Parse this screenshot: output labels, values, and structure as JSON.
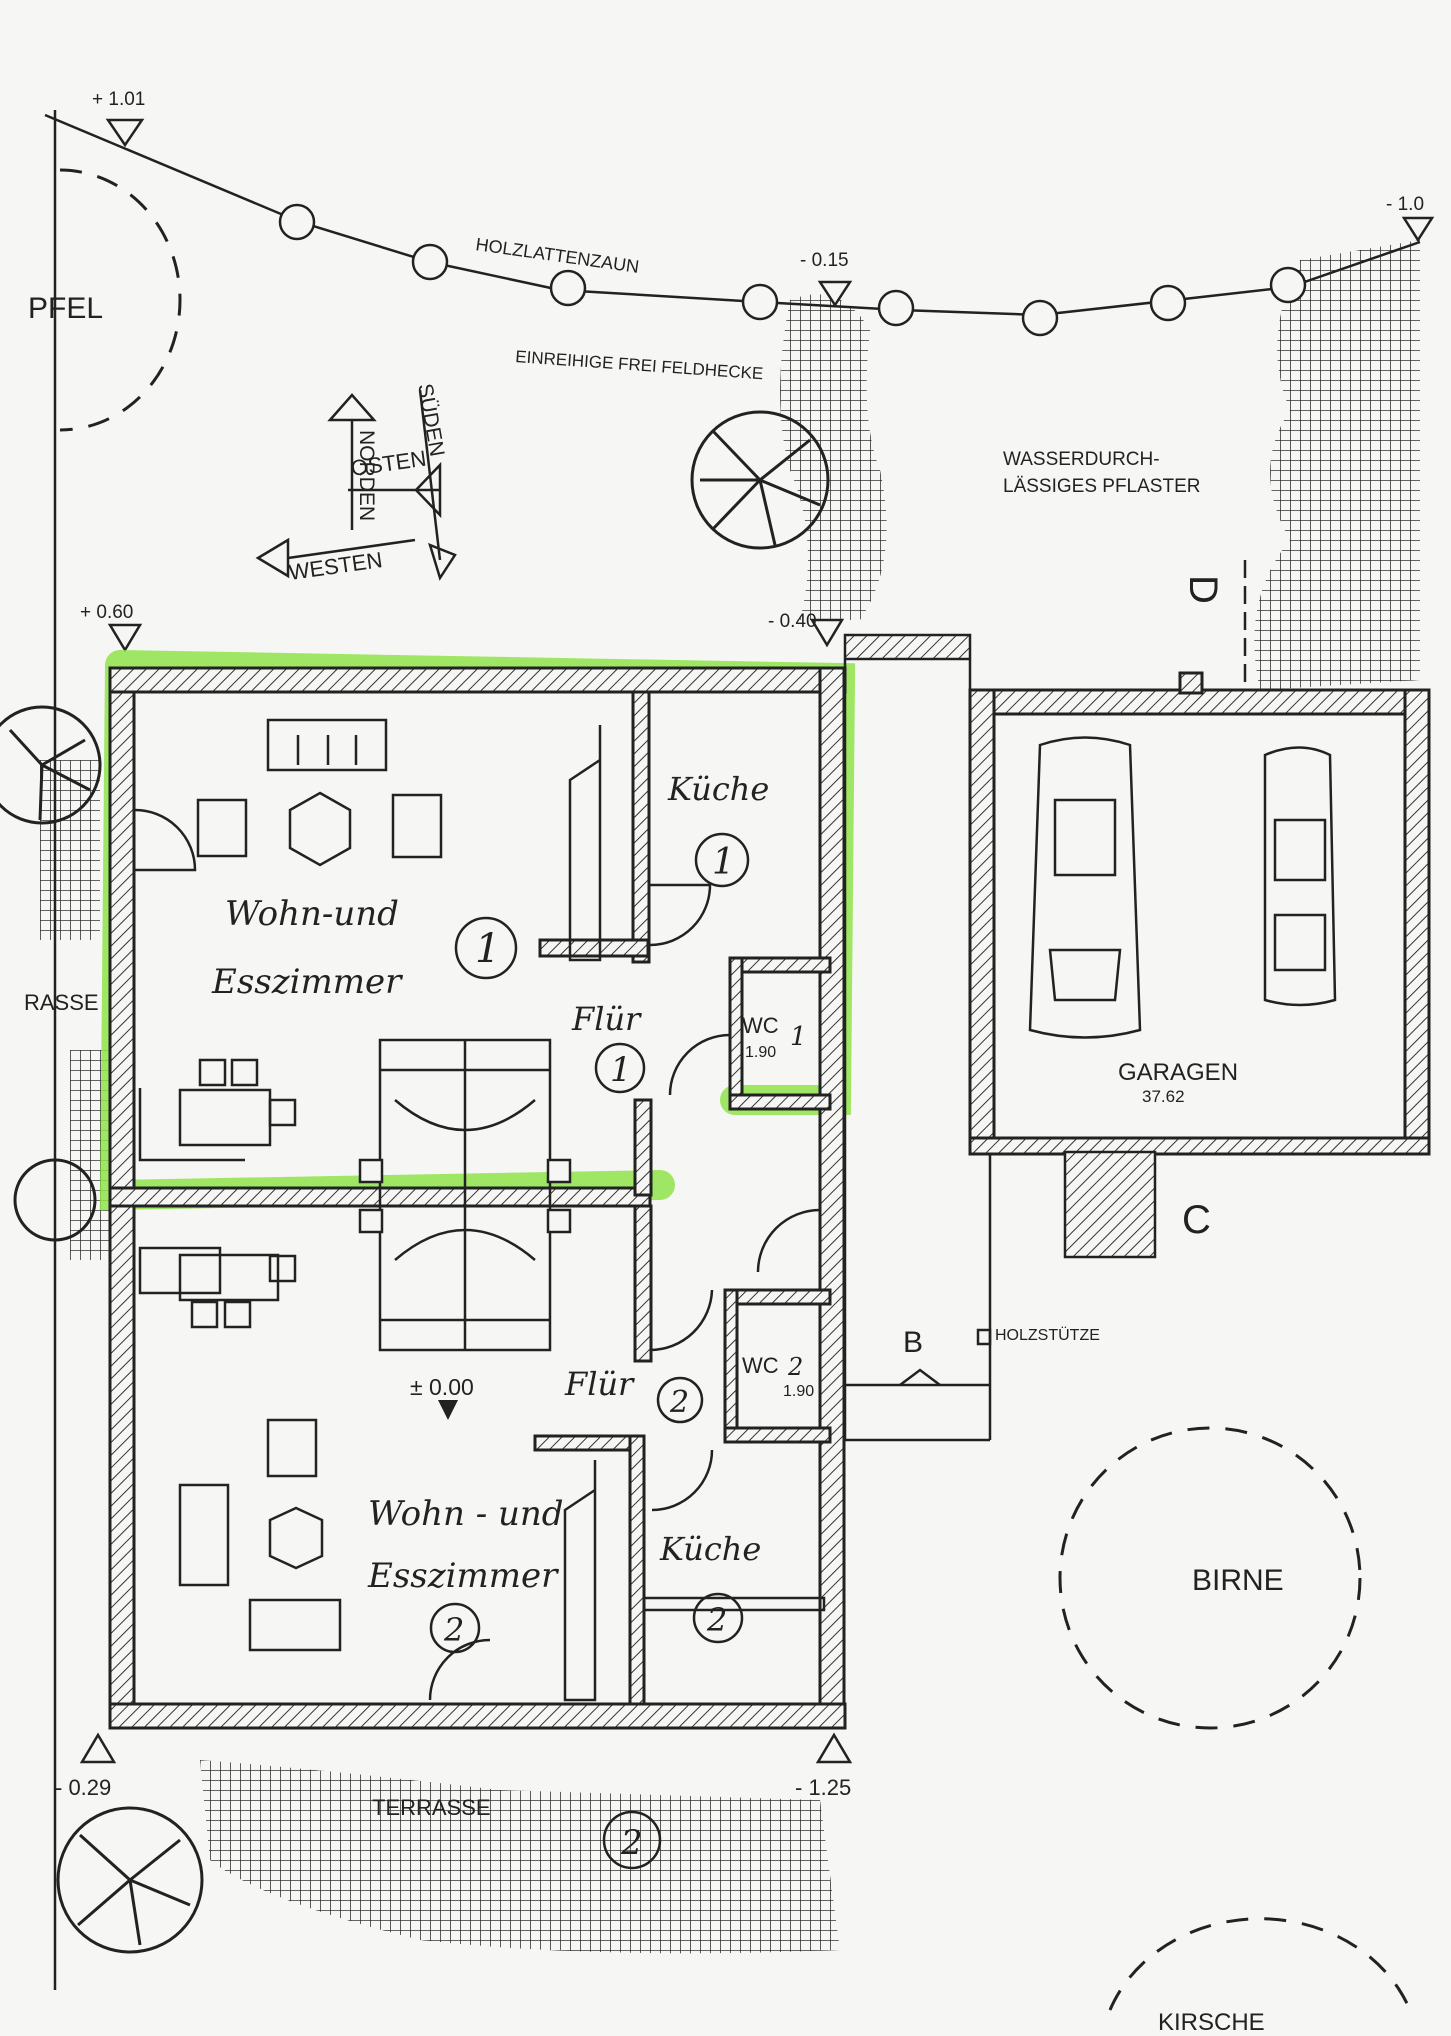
{
  "colors": {
    "highlight": "#8fe34a",
    "ink": "#222222",
    "paper": "#f6f6f4"
  },
  "fence": {
    "label": "HOLZLATTENZAUN"
  },
  "hedge": {
    "label": "EINREIHIGE FREI FELDHECKE"
  },
  "paving": {
    "line1": "WASSERDURCH-",
    "line2": "LÄSSIGES PFLASTER"
  },
  "compass": {
    "north": "NORDEN",
    "south": "SÜDEN",
    "east": "OSTEN",
    "west": "WESTEN"
  },
  "elevations": {
    "top_left": "+ 1.01",
    "top_mid": "- 0.15",
    "top_right": "- 1.0",
    "house_nw": "+ 0.60",
    "house_ne": "- 0.40",
    "ground": "± 0.00",
    "sw": "- 0.29",
    "se": "- 1.25"
  },
  "trees": {
    "apple": "PFEL",
    "pear": "BIRNE",
    "cherry": "KIRSCHE"
  },
  "edge": {
    "terrace_left": "RASSE"
  },
  "garage": {
    "label": "GARAGEN",
    "area": "37.62"
  },
  "section_marks": {
    "b": "B",
    "c": "C",
    "d": "D"
  },
  "post": {
    "label": "HOLZSTÜTZE"
  },
  "unit1": {
    "living_l1": "Wohn-und",
    "living_l2": "Esszimmer",
    "living_num": "1",
    "kitchen": "Küche",
    "kitchen_num": "1",
    "hall": "Flür",
    "hall_num": "1",
    "wc": "WC",
    "wc_area": "1.90",
    "wc_num": "1"
  },
  "unit2": {
    "living_l1": "Wohn - und",
    "living_l2": "Esszimmer",
    "living_num": "2",
    "kitchen": "Küche",
    "kitchen_num": "2",
    "hall": "Flür",
    "hall_num": "2",
    "wc": "WC",
    "wc_area": "1.90",
    "wc_num": "2"
  },
  "terrace": {
    "label": "TERRASSE",
    "num": "2"
  }
}
